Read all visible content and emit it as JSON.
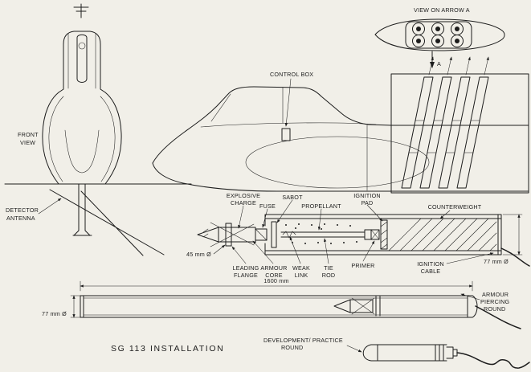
{
  "palette": {
    "paper": "#f1efe8",
    "ink": "#1d1d1d"
  },
  "front_view": {
    "label_1": "FRONT",
    "label_2": "VIEW",
    "antenna_1": "DETECTOR",
    "antenna_2": "ANTENNA"
  },
  "plan_view": {
    "caption": "VIEW ON ARROW A",
    "arrow_label": "A"
  },
  "side_view": {
    "control_box": "CONTROL BOX"
  },
  "cutaway": {
    "explosive_1": "EXPLOSIVE",
    "explosive_2": "CHARGE",
    "fuse": "FUSE",
    "sabot": "SABOT",
    "propellant": "PROPELLANT",
    "ignition_pad_1": "IGNITION",
    "ignition_pad_2": "PAD",
    "counterweight": "COUNTERWEIGHT",
    "dia_45": "45 mm Ø",
    "dia_77": "77 mm Ø",
    "leading_1": "LEADING",
    "leading_2": "FLANGE",
    "core_1": "ARMOUR",
    "core_2": "CORE",
    "weak_1": "WEAK",
    "weak_2": "LINK",
    "tie_1": "TIE",
    "tie_2": "ROD",
    "primer": "PRIMER",
    "cable_1": "IGNITION",
    "cable_2": "CABLE"
  },
  "ap_round": {
    "length": "1600 mm",
    "dia": "77 mm Ø",
    "name_1": "ARMOUR",
    "name_2": "PIERCING",
    "name_3": "ROUND"
  },
  "practice_round": {
    "name_1": "DEVELOPMENT/ PRACTICE",
    "name_2": "ROUND"
  },
  "title": "SG 113  INSTALLATION"
}
